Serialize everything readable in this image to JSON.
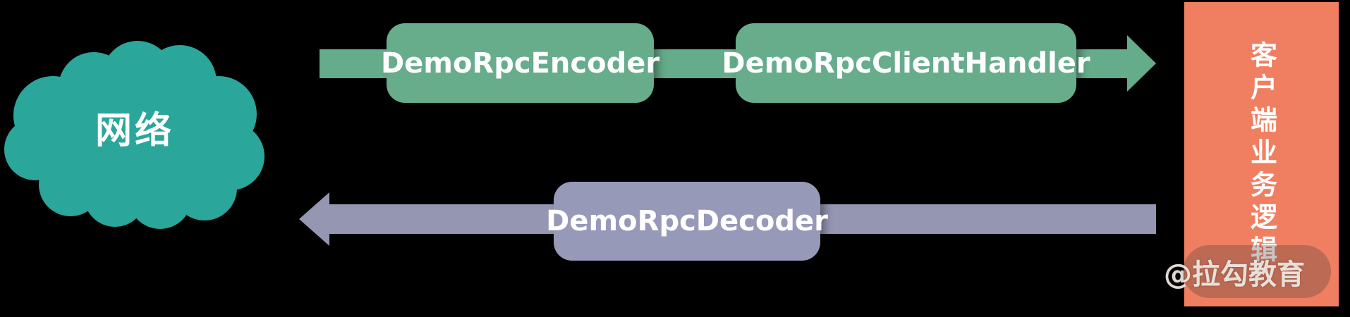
{
  "diagram": {
    "background_color": "#000000",
    "network_cloud": {
      "label": "网络",
      "fill_color": "#2AA69B",
      "text_color": "#FFFFFF"
    },
    "request_flow": {
      "direction": "right",
      "arrow_color": "#65AC8B",
      "boxes": [
        {
          "label": "DemoRpcEncoder",
          "fill_color": "#67AD8C",
          "text_color": "#FFFFFF"
        },
        {
          "label": "DemoRpcClientHandler",
          "fill_color": "#67AD8C",
          "text_color": "#FFFFFF"
        }
      ]
    },
    "response_flow": {
      "direction": "left",
      "arrow_color": "#9496B2",
      "boxes": [
        {
          "label": "DemoRpcDecoder",
          "fill_color": "#9699B7",
          "text_color": "#FFFFFF"
        }
      ]
    },
    "client_bar": {
      "label": "客户端业务逻辑",
      "fill_color": "#F07F61",
      "text_color": "#FFFFFF"
    },
    "watermark": {
      "label": "@拉勾教育",
      "text_color": "#F0EBE6"
    }
  }
}
